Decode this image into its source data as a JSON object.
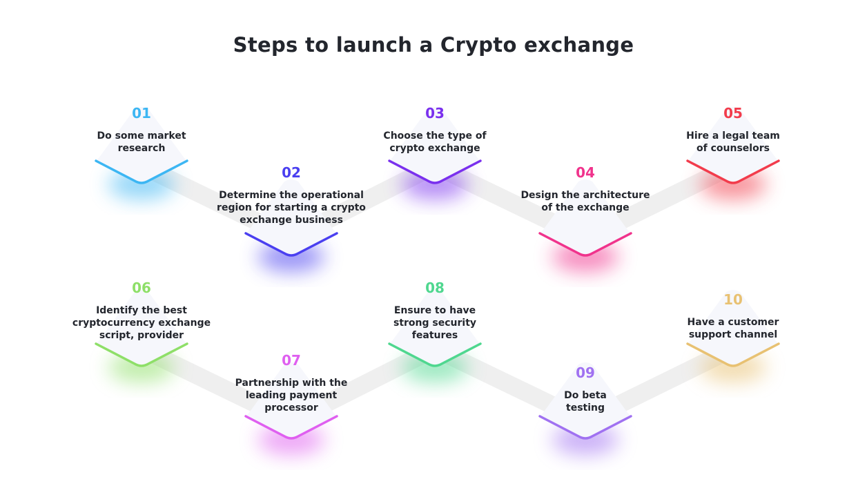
{
  "title": "Steps to launch a Crypto exchange",
  "steps": [
    {
      "number": "01",
      "label": "Do some market research",
      "lines": [
        "Do some market",
        "research"
      ],
      "color": "#3cb6f3"
    },
    {
      "number": "02",
      "label": "Determine the operational region for starting a crypto exchange business",
      "lines": [
        "Determine the operational",
        "region for starting a crypto",
        "exchange business"
      ],
      "color": "#4a3ff0"
    },
    {
      "number": "03",
      "label": "Choose the type of crypto exchange",
      "lines": [
        "Choose the type of",
        "crypto exchange"
      ],
      "color": "#7a30ee"
    },
    {
      "number": "04",
      "label": "Design the architecture of the exchange",
      "lines": [
        "Design the architecture",
        "of the exchange"
      ],
      "color": "#f0338c"
    },
    {
      "number": "05",
      "label": "Hire a legal team of counselors",
      "lines": [
        "Hire a legal team",
        "of counselors"
      ],
      "color": "#f23c4c"
    },
    {
      "number": "06",
      "label": "Identify the best cryptocurrency exchange script, provider",
      "lines": [
        "Identify the best",
        "cryptocurrency exchange",
        "script, provider"
      ],
      "color": "#8edf68"
    },
    {
      "number": "07",
      "label": "Partnership with the leading payment processor",
      "lines": [
        "Partnership with the",
        "leading payment",
        "processor"
      ],
      "color": "#df5ff0"
    },
    {
      "number": "08",
      "label": "Ensure to have strong security features",
      "lines": [
        "Ensure to have",
        "strong security",
        "features"
      ],
      "color": "#4fd78f"
    },
    {
      "number": "09",
      "label": "Do beta testing",
      "lines": [
        "Do beta",
        "testing"
      ],
      "color": "#a071f1"
    },
    {
      "number": "10",
      "label": "Have a customer support channel",
      "lines": [
        "Have a customer",
        "support channel"
      ],
      "color": "#e8c172"
    }
  ]
}
